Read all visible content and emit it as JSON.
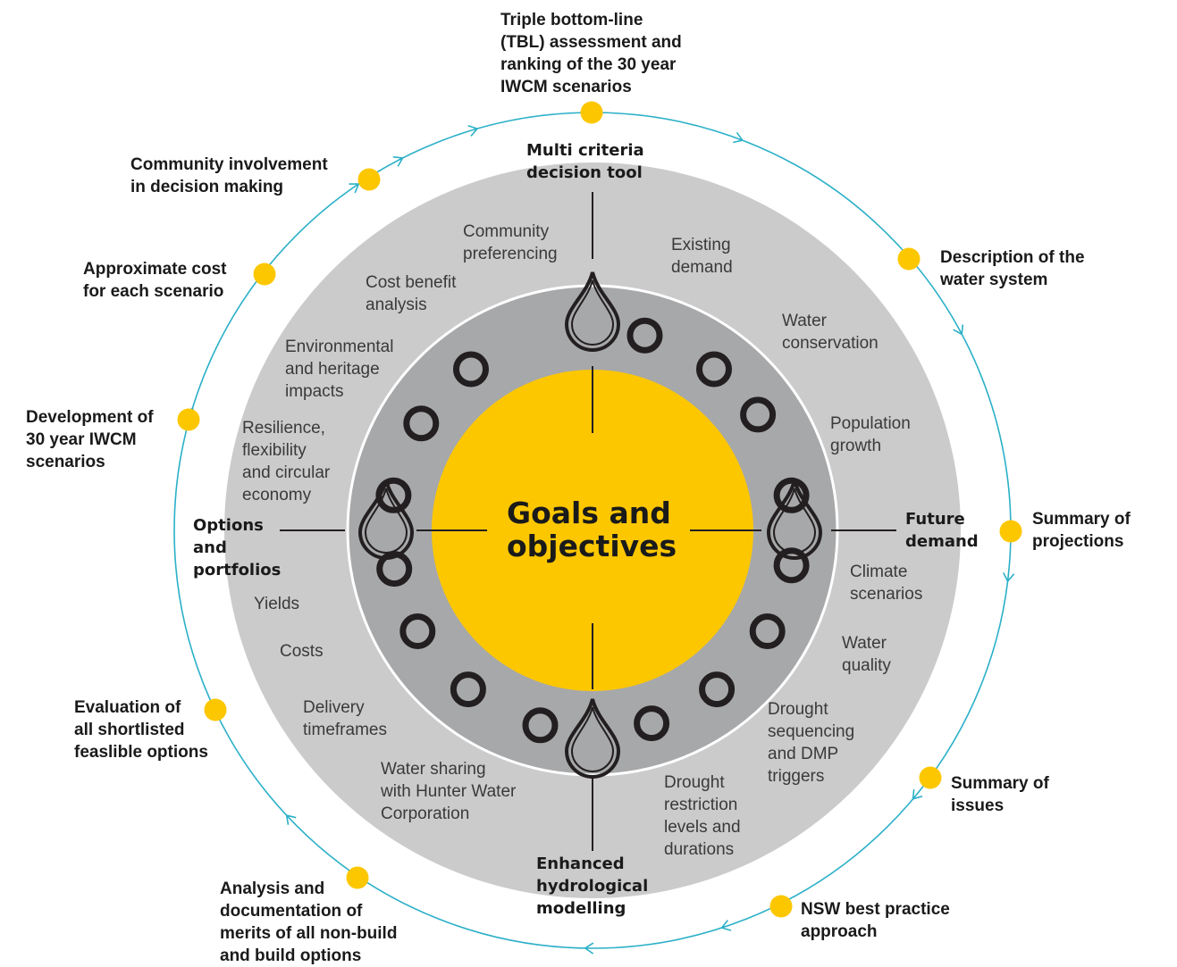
{
  "center": {
    "title": "Goals and\nobjectives"
  },
  "axes": {
    "top": "Multi criteria\ndecision tool",
    "right": "Future\ndemand",
    "bottom": "Enhanced\nhydrological\nmodelling",
    "left": "Options\nand\nportfolios"
  },
  "inner_labels": [
    "Existing\ndemand",
    "Water\nconservation",
    "Population\ngrowth",
    "Climate\nscenarios",
    "Water\nquality",
    "Drought\nsequencing\nand DMP\ntriggers",
    "Drought\nrestriction\nlevels and\ndurations",
    "Water sharing\nwith Hunter Water\nCorporation",
    "Delivery\ntimeframes",
    "Costs",
    "Yields",
    "Resilience,\nflexibility\nand circular\neconomy",
    "Environmental\nand heritage\nimpacts",
    "Cost benefit\nanalysis",
    "Community\npreferencing"
  ],
  "outer_steps": [
    "Triple bottom-line\n(TBL) assessment and\nranking of the 30 year\nIWCM scenarios",
    "Description of the\nwater system",
    "Summary of\nprojections",
    "Summary of\nissues",
    "NSW best practice\napproach",
    "Analysis and\ndocumentation of\nmerits of all non-build\nand build options",
    "Evaluation of\nall shortlisted\nfeaslible options",
    "Development of\n30 year IWCM\nscenarios",
    "Approximate cost\nfor each scenario",
    "Community involvement\nin decision making"
  ],
  "colors": {
    "outer_disc": "#cccbcc",
    "inner_ring": "#a7a8aa",
    "center": "#fdc700",
    "cycle_line": "#2bb0c8",
    "step_dot": "#fdc700",
    "stroke": "#231f20"
  }
}
